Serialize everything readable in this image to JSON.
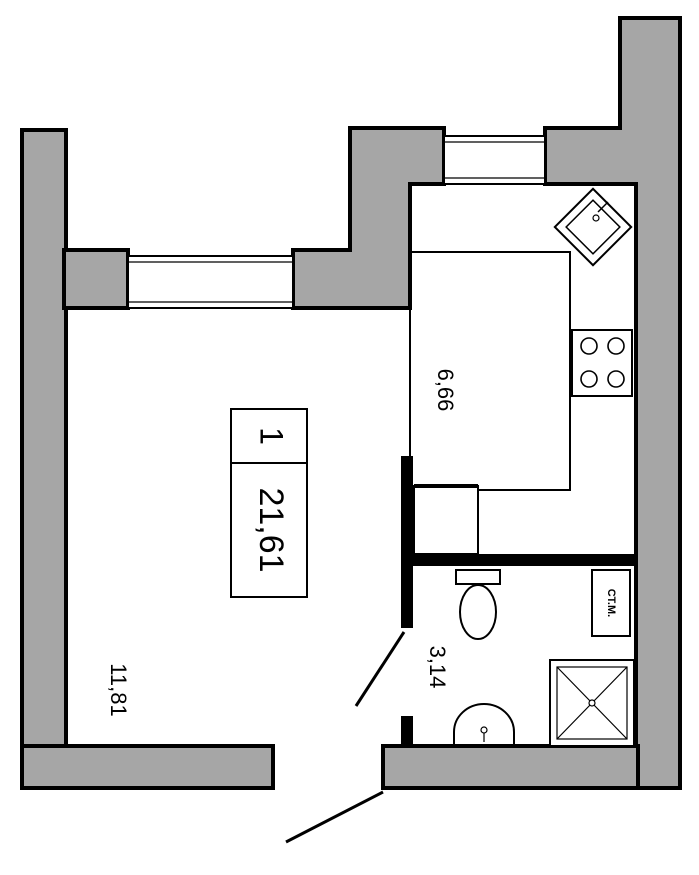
{
  "apartment": {
    "rooms_count": "1",
    "total_area": "21,61"
  },
  "rooms": {
    "living_area": "11,81",
    "kitchen_area": "6,66",
    "bathroom_area": "3,14"
  },
  "fixtures": {
    "riser_label": "СТ.М."
  },
  "colors": {
    "wall_fill": "#a6a6a6",
    "line": "#000000",
    "background": "#ffffff"
  }
}
